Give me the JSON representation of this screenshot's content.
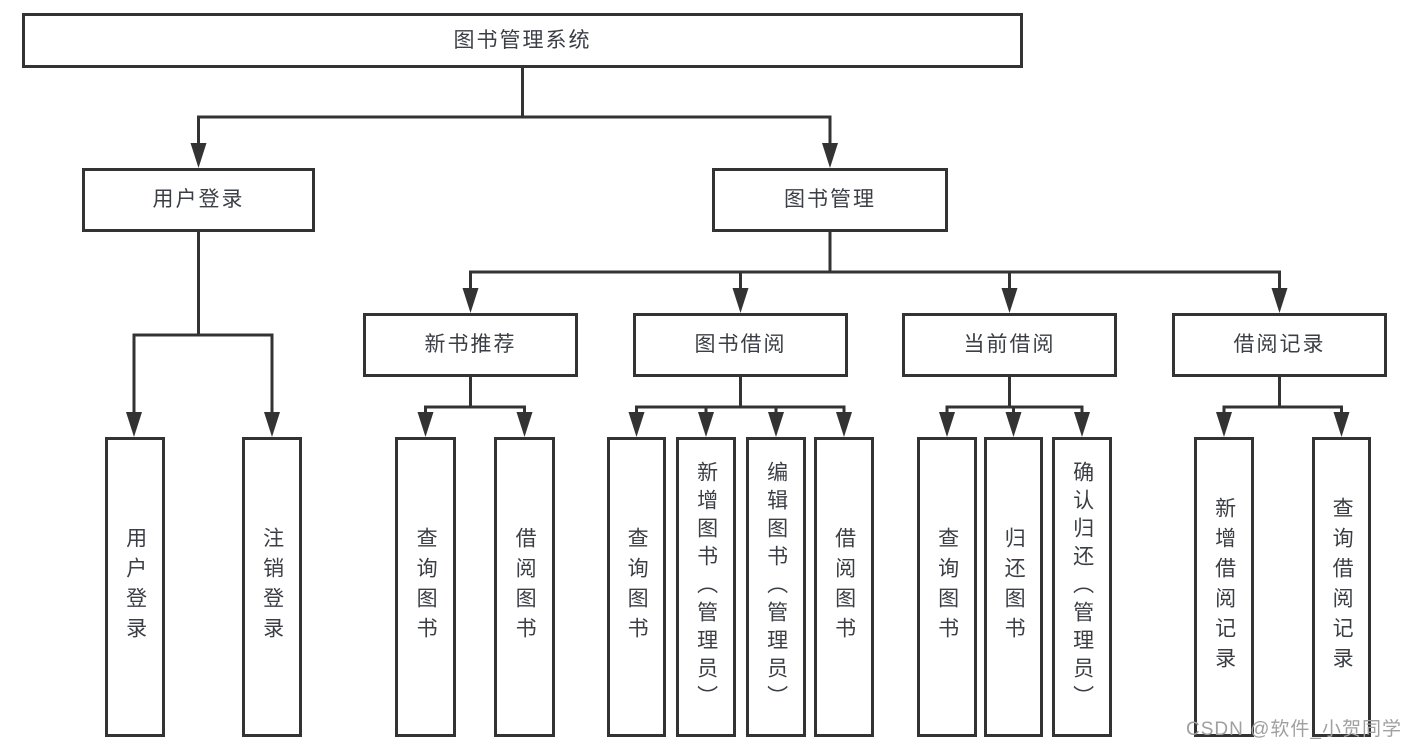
{
  "tree": {
    "root": {
      "label": "图书管理系统"
    },
    "branches": [
      {
        "label": "用户登录",
        "children": [
          {
            "label": "用户登录"
          },
          {
            "label": "注销登录"
          }
        ]
      },
      {
        "label": "图书管理",
        "sections": [
          {
            "label": "新书推荐",
            "children": [
              {
                "label": "查询图书"
              },
              {
                "label": "借阅图书"
              }
            ]
          },
          {
            "label": "图书借阅",
            "children": [
              {
                "label": "查询图书"
              },
              {
                "label": "新增图书（管理员）"
              },
              {
                "label": "编辑图书（管理员）"
              },
              {
                "label": "借阅图书"
              }
            ]
          },
          {
            "label": "当前借阅",
            "children": [
              {
                "label": "查询图书"
              },
              {
                "label": "归还图书"
              },
              {
                "label": "确认归还（管理员）"
              }
            ]
          },
          {
            "label": "借阅记录",
            "children": [
              {
                "label": "新增借阅记录"
              },
              {
                "label": "查询借阅记录"
              }
            ]
          }
        ]
      }
    ]
  },
  "watermark": {
    "text": "CSDN @软件_小贺同学"
  },
  "colors": {
    "line": "#333333",
    "text": "#3b3f45",
    "watermark": "#a0a0a0",
    "background": "#ffffff"
  }
}
